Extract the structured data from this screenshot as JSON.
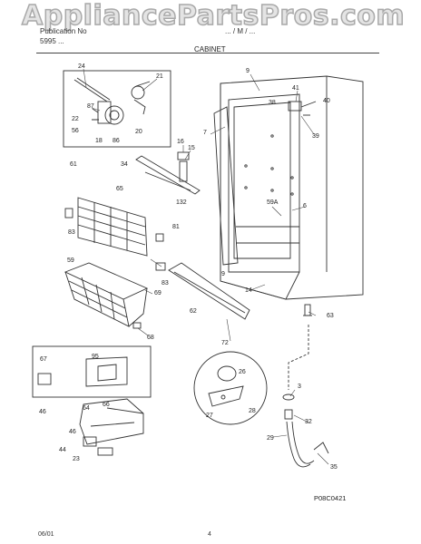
{
  "watermark": "AppliancePartsPros.com",
  "header": {
    "left_line1": "Publication No",
    "left_line2": "5995 ...",
    "right_line": "... / M / ...",
    "section_title": "CABINET"
  },
  "diagram_code": "P08C0421",
  "footer": {
    "date": "06/01",
    "page": "4"
  },
  "callouts": [
    "24",
    "87",
    "21",
    "22",
    "56",
    "18",
    "86",
    "20",
    "61",
    "34",
    "16",
    "15",
    "7",
    "9",
    "38",
    "41",
    "40",
    "39",
    "65",
    "132",
    "81",
    "83",
    "59",
    "83",
    "69",
    "68",
    "6",
    "59A",
    "62",
    "72",
    "14",
    "63",
    "95",
    "67",
    "26",
    "46",
    "64",
    "66",
    "46",
    "44",
    "23",
    "3",
    "27",
    "28",
    "32",
    "29",
    "35",
    "9"
  ]
}
